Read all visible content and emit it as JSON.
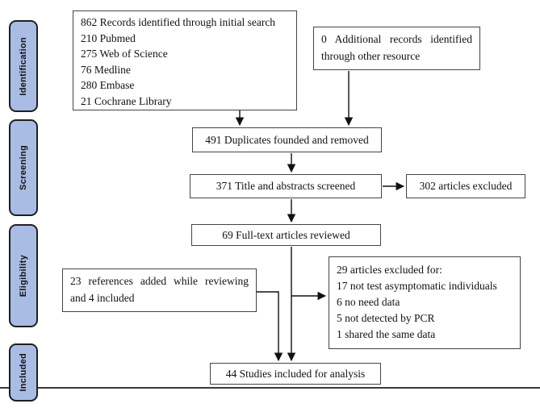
{
  "diagram": {
    "type": "prisma-flowchart",
    "palette": {
      "background": "#ffffff",
      "stage_fill": "#a9bce4",
      "stage_border": "#1f1f1f",
      "box_border": "#454545",
      "text": "#111111",
      "arrow": "#111111",
      "bottom_rule": "#3a3a3a"
    },
    "stages": [
      {
        "label": "Identification"
      },
      {
        "label": "Screening"
      },
      {
        "label": "Eligibility"
      },
      {
        "label": "Included"
      }
    ],
    "boxes": {
      "records_identified": {
        "lines": [
          "862 Records identified through initial search",
          "210 Pubmed",
          "275 Web of Science",
          "76 Medline",
          "280 Embase",
          "21 Cochrane Library"
        ]
      },
      "additional_records": {
        "text": "0 Additional records identified through other resource"
      },
      "duplicates_removed": {
        "text": "491 Duplicates founded and removed"
      },
      "titles_screened": {
        "text": "371 Title and abstracts screened"
      },
      "articles_excluded": {
        "text": "302 articles excluded"
      },
      "fulltext_reviewed": {
        "text": "69 Full-text articles reviewed"
      },
      "references_added": {
        "text": "23 references added while reviewing and 4 included"
      },
      "fulltext_excluded": {
        "lines": [
          "29 articles excluded for:",
          "17 not test asymptomatic individuals",
          "6 no need data",
          "5 not detected by PCR",
          "1 shared the same data"
        ]
      },
      "studies_included": {
        "text": "44 Studies included for analysis"
      }
    }
  }
}
